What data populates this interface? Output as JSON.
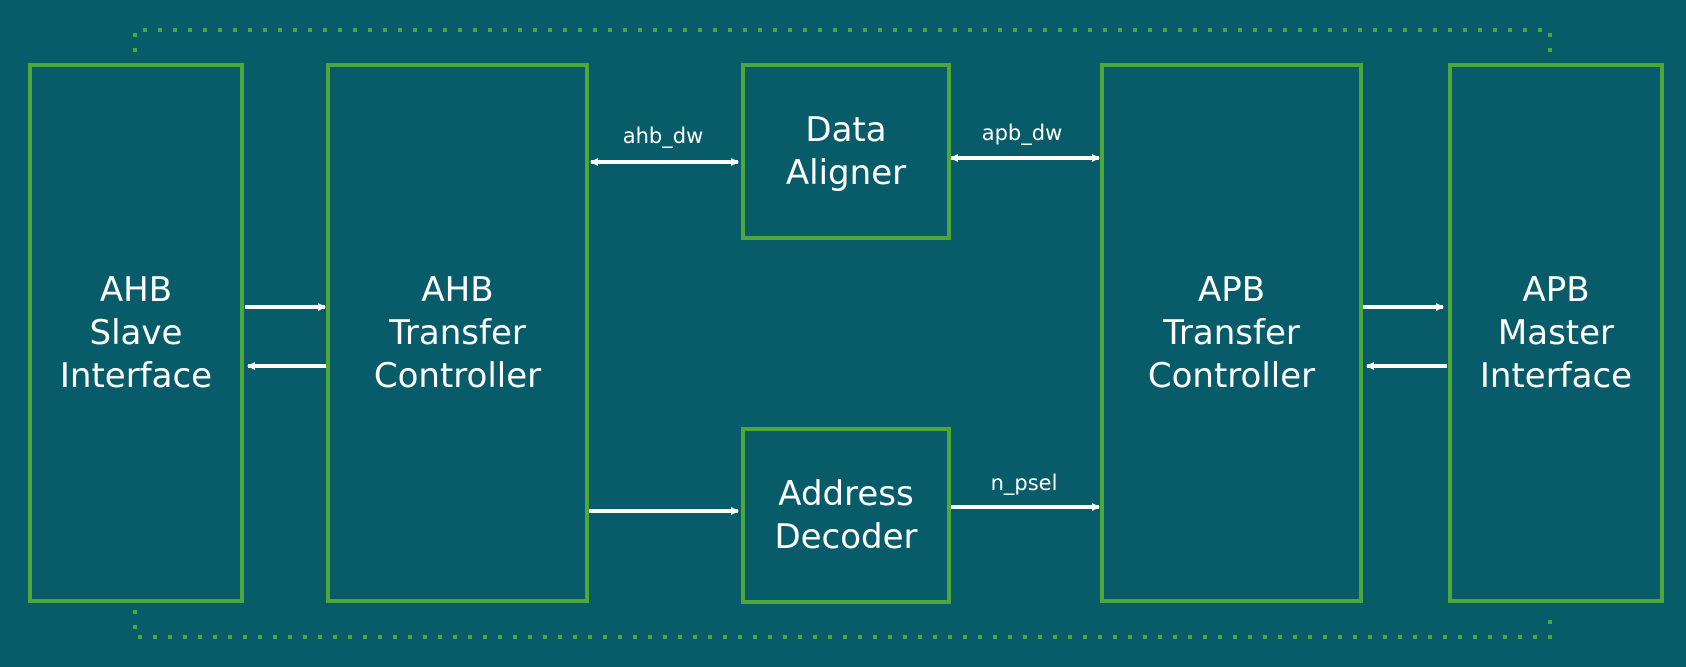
{
  "colors": {
    "background": "#085C6A",
    "block_border": "#4DA839",
    "text": "#FFFFFF",
    "dotted_loop": "#4DA839"
  },
  "blocks": {
    "ahb_slave": "AHB\nSlave\nInterface",
    "ahb_transfer": "AHB\nTransfer\nController",
    "data_aligner": "Data\nAligner",
    "address_decoder": "Address\nDecoder",
    "apb_transfer": "APB\nTransfer\nController",
    "apb_master": "APB\nMaster\nInterface"
  },
  "signals": {
    "ahb_dw": "ahb_dw",
    "apb_dw": "apb_dw",
    "n_psel": "n_psel"
  }
}
